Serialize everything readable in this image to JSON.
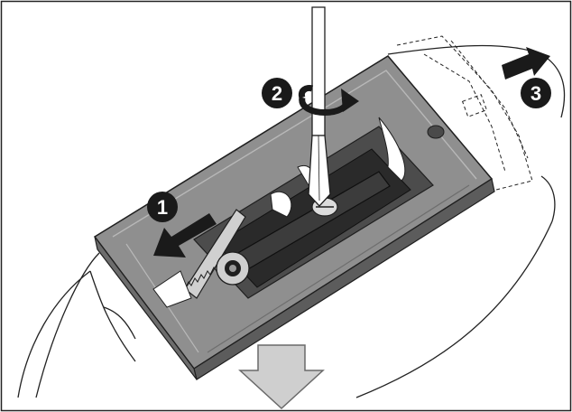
{
  "figure": {
    "description_visible_text": "none",
    "steps": [
      {
        "number": "1",
        "action": "push-in-arrow"
      },
      {
        "number": "2",
        "action": "rotate-screw-arrow"
      },
      {
        "number": "3",
        "action": "slide-arrow"
      }
    ],
    "colors": {
      "background": "#ffffff",
      "line": "#1f1f1f",
      "plate_fill": "#8f8f8f",
      "plate_dark": "#5c5c5c",
      "plate_light": "#b8b8b8",
      "callout_fill": "#1a1a1a",
      "callout_text": "#ffffff",
      "down_arrow_fill": "#cfcfcf"
    }
  }
}
